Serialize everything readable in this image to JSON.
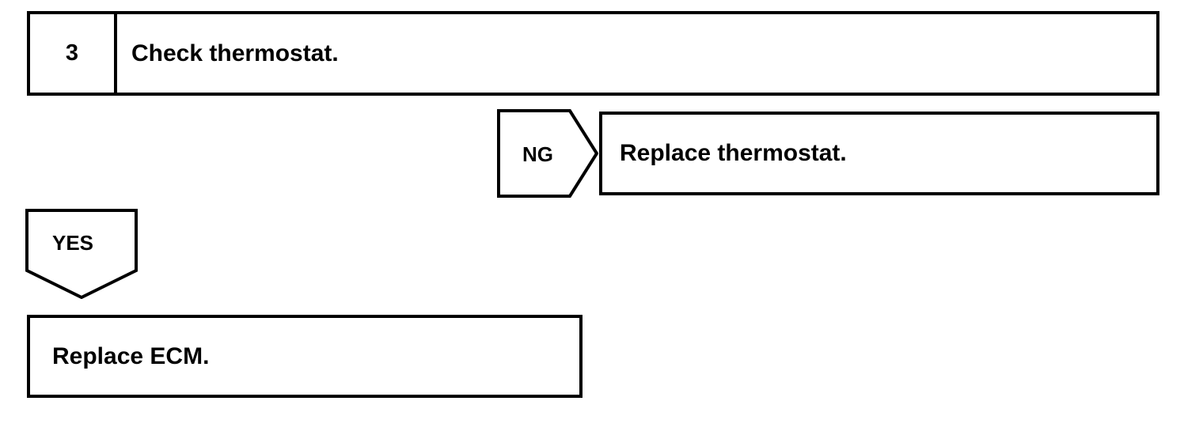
{
  "diagram": {
    "type": "troubleshooting-flowchart",
    "background_color": "#ffffff",
    "line_color": "#000000",
    "step": {
      "number": "3",
      "instruction": "Check thermostat."
    },
    "branches": [
      {
        "label": "NG",
        "direction": "right",
        "result": "Replace thermostat."
      },
      {
        "label": "YES",
        "direction": "down",
        "result": "Replace ECM."
      }
    ],
    "boxes": {
      "replace_thermostat": "Replace thermostat.",
      "replace_ecm": "Replace ECM."
    }
  }
}
